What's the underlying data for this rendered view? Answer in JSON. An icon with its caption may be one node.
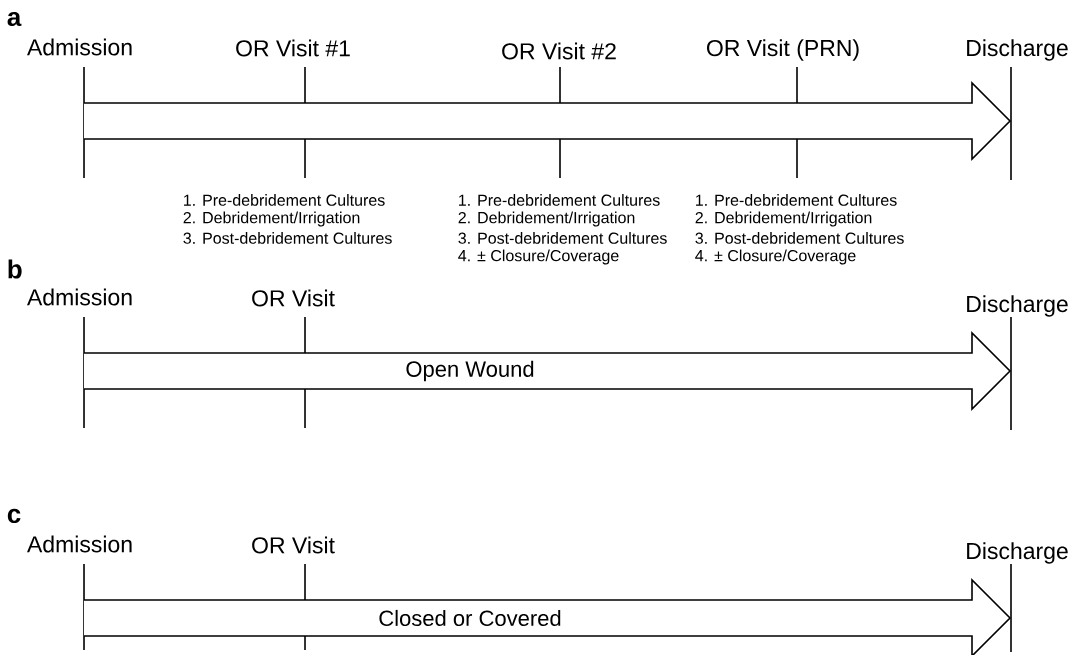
{
  "diagram": {
    "nodes": [
      {
        "text": [],
        "shape": "arrow"
      },
      {
        "text": [
          "Open Wound"
        ]
      },
      {
        "text": [
          "Closed or Covered"
        ]
      }
    ],
    "edges": [],
    "labels": [
      "a",
      "Admission",
      "OR Visit #1",
      "OR Visit #2",
      "OR Visit (PRN)",
      "Discharge",
      "1. Pre-debridement Cultures",
      "2. Debridement/Irrigation",
      "3. Post-debridement Cultures",
      "1. Pre-debridement Cultures",
      "2. Debridement/Irrigation",
      "3. Post-debridement Cultures",
      "4. ± Closure/Coverage",
      "1. Pre-debridement Cultures",
      "2. Debridement/Irrigation",
      "3. Post-debridement Cultures",
      "4. ± Closure/Coverage",
      "b",
      "Admission",
      "OR Visit",
      "Discharge",
      "c",
      "Admission",
      "OR Visit",
      "Discharge"
    ]
  }
}
